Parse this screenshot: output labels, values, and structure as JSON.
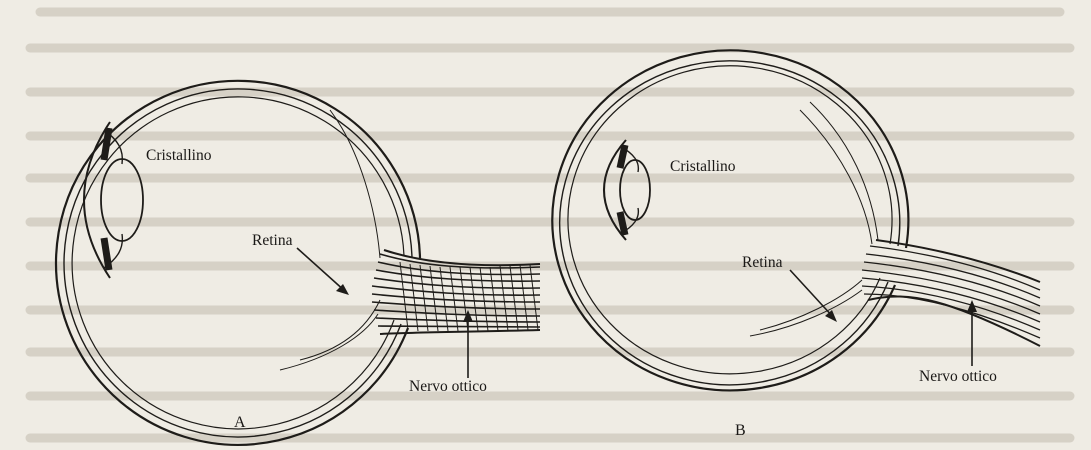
{
  "figure_a": {
    "lens_label": "Cristallino",
    "retina_label": "Retina",
    "nerve_label": "Nervo ottico",
    "caption": "A"
  },
  "figure_b": {
    "lens_label": "Cristallino",
    "retina_label": "Retina",
    "nerve_label": "Nervo ottico",
    "caption": "B"
  },
  "colors": {
    "paper": "#efece4",
    "ink": "#1e1c19",
    "bleed_through": "#d6d1c6"
  }
}
